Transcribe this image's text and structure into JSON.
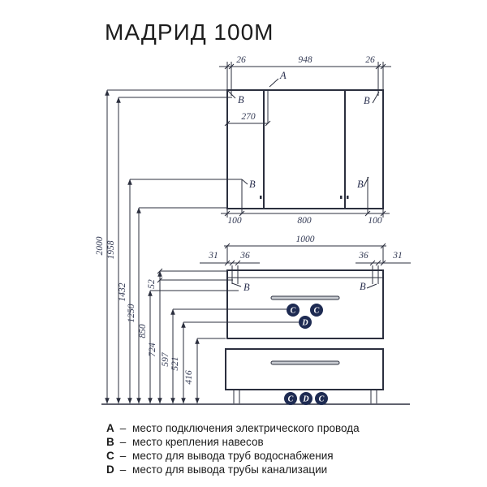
{
  "title": "МАДРИД 100М",
  "mirror": {
    "dim_top_left": "26",
    "dim_top_mid": "948",
    "dim_top_right": "26",
    "dim_offset_a": "270",
    "dim_bottom_left": "100",
    "dim_bottom_mid": "800",
    "dim_bottom_right": "100"
  },
  "vanity": {
    "dim_width": "1000",
    "dim_left_outer": "31",
    "dim_left_inner": "36",
    "dim_right_inner": "36",
    "dim_right_outer": "31"
  },
  "heights": {
    "h2000": "2000",
    "h1958": "1958",
    "h1432": "1432",
    "h1250": "1250",
    "h850": "850",
    "h52": "52",
    "h724": "724",
    "h597": "597",
    "h521": "521",
    "h416": "416"
  },
  "markers": {
    "a": "A",
    "b": "B",
    "c": "C",
    "d": "D"
  },
  "legend": {
    "items": [
      {
        "letter": "A",
        "dash": "–",
        "text": "место подключения электрического провода"
      },
      {
        "letter": "B",
        "dash": "–",
        "text": "место крепления навесов"
      },
      {
        "letter": "C",
        "dash": "–",
        "text": "место для вывода труб водоснабжения"
      },
      {
        "letter": "D",
        "dash": "–",
        "text": "место для вывода трубы канализации"
      }
    ]
  },
  "colors": {
    "line": "#2b2f3e",
    "dim_text": "#343b55",
    "marker_fill": "#1e2b52",
    "marker_text": "#ffffff",
    "handle_fill": "#c9ccd2"
  }
}
